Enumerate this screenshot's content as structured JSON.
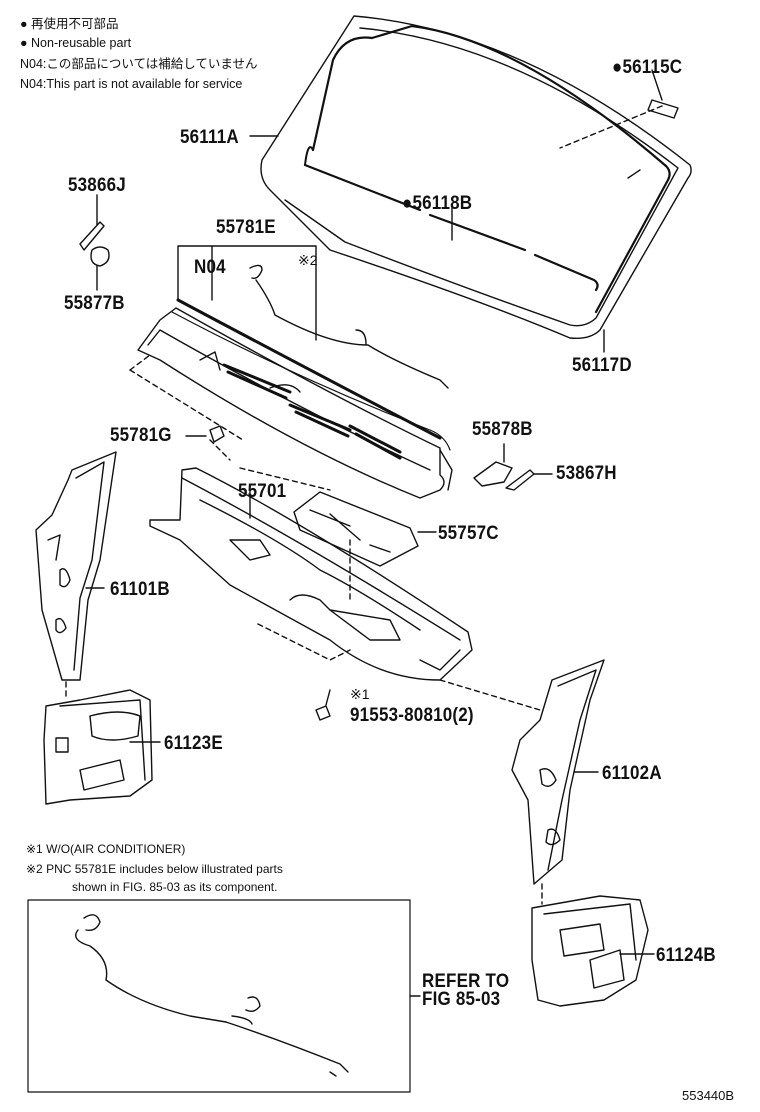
{
  "legend": {
    "line1": "● 再使用不可部品",
    "line2": "● Non-reusable part",
    "line3": "N04:この部品については補給していません",
    "line4": "N04:This part is not available for service"
  },
  "parts": {
    "p56115C": "●56115C",
    "p56111A": "56111A",
    "p56118B": "●56118B",
    "p56117D": "56117D",
    "p53866J": "53866J",
    "p55877B": "55877B",
    "p55781E": "55781E",
    "n04": "N04",
    "ref2": "※2",
    "p55781G": "55781G",
    "p55878B": "55878B",
    "p53867H": "53867H",
    "p55701": "55701",
    "p55757C": "55757C",
    "p61101B": "61101B",
    "ref1": "※1",
    "p91553": "91553-80810(2)",
    "p61123E": "61123E",
    "p61102A": "61102A",
    "p61124B": "61124B"
  },
  "notes": {
    "n1": "※1 W/O(AIR CONDITIONER)",
    "n2": "※2 PNC 55781E includes below illustrated parts",
    "n3": "shown in FIG. 85-03 as its component.",
    "refer1": "REFER TO",
    "refer2": "FIG 85-03",
    "figno": "553440B"
  }
}
